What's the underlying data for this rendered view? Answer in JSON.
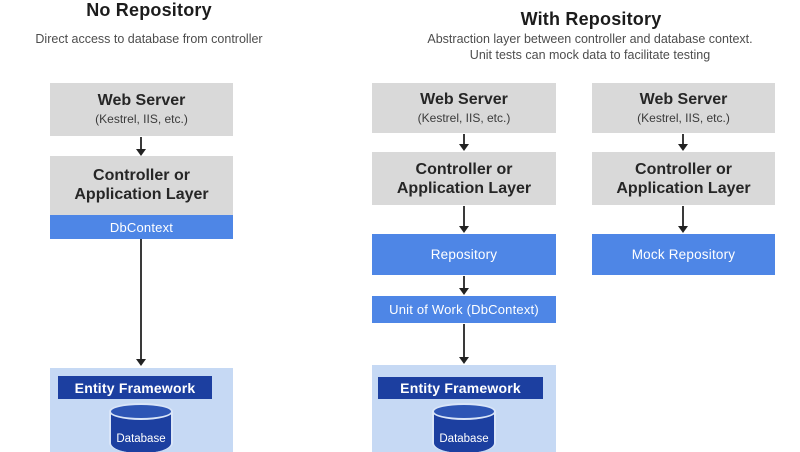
{
  "colors": {
    "box_gray": "#d9d9d9",
    "accent_blue": "#4e86e6",
    "navy_blue": "#1c3fa0",
    "light_blue_container": "#c6d9f4",
    "arrow": "#3a3a3a",
    "title_text": "#1c1c1c",
    "subtitle_text": "#4d4d4d"
  },
  "header_left": {
    "title": "No Repository",
    "subtitle": "Direct access to database from controller"
  },
  "header_right": {
    "title": "With Repository",
    "subtitle_line1": "Abstraction layer between controller and database context.",
    "subtitle_line2": "Unit tests can mock data to facilitate testing"
  },
  "col_no_repo": {
    "web_server_title": "Web Server",
    "web_server_subtitle": "(Kestrel, IIS, etc.)",
    "controller_line1": "Controller or",
    "controller_line2": "Application Layer",
    "dbcontext": "DbContext",
    "entity_framework": "Entity Framework",
    "database": "Database"
  },
  "col_with_repo": {
    "web_server_title": "Web Server",
    "web_server_subtitle": "(Kestrel, IIS, etc.)",
    "controller_line1": "Controller or",
    "controller_line2": "Application Layer",
    "repository": "Repository",
    "unit_of_work": "Unit of Work (DbContext)",
    "entity_framework": "Entity Framework",
    "database": "Database"
  },
  "col_mock": {
    "web_server_title": "Web Server",
    "web_server_subtitle": "(Kestrel, IIS, etc.)",
    "controller_line1": "Controller or",
    "controller_line2": "Application Layer",
    "mock_repository": "Mock Repository"
  }
}
